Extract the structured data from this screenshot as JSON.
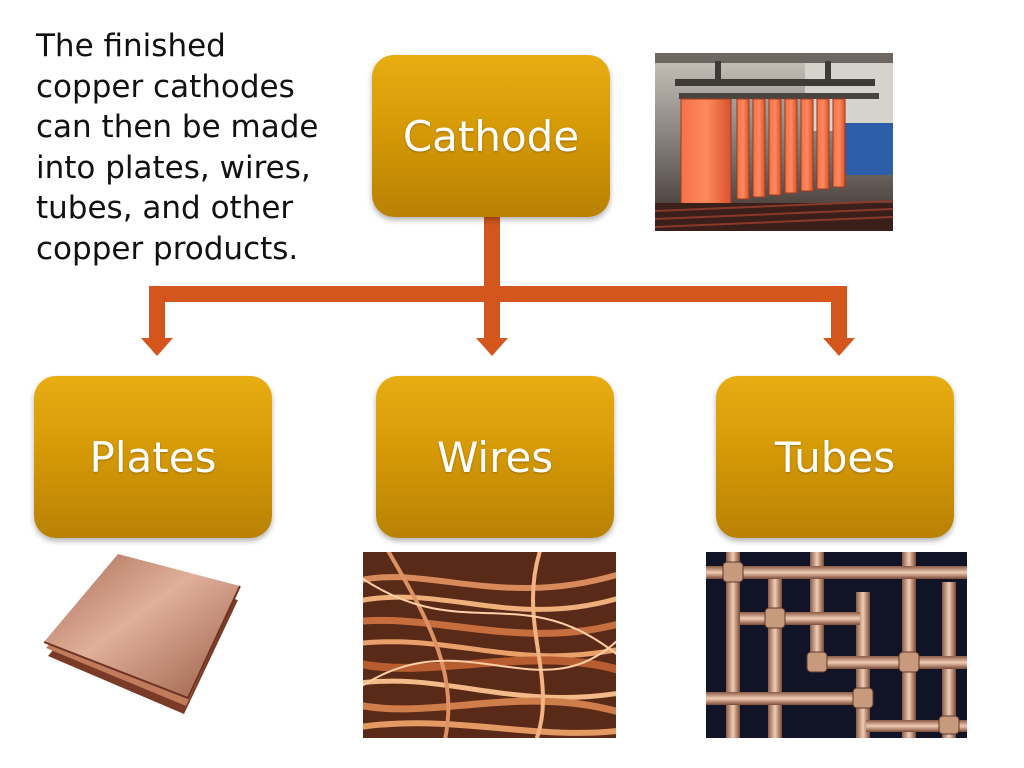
{
  "intro": {
    "lines": [
      "The finished",
      "copper cathodes",
      "can then be made",
      "into plates, wires,",
      "tubes, and other",
      "copper products."
    ]
  },
  "nodes": {
    "source": {
      "label": "Cathode",
      "image": "copper-cathode-plates-photo"
    },
    "outputs": [
      {
        "label": "Plates",
        "image": "copper-sheets-photo"
      },
      {
        "label": "Wires",
        "image": "copper-wire-bundle-photo"
      },
      {
        "label": "Tubes",
        "image": "copper-pipe-assembly-photo"
      }
    ]
  },
  "colors": {
    "box_fill": "#d69a07",
    "box_text": "#ffffff",
    "connector": "#d4561d",
    "body_text": "#111111"
  }
}
